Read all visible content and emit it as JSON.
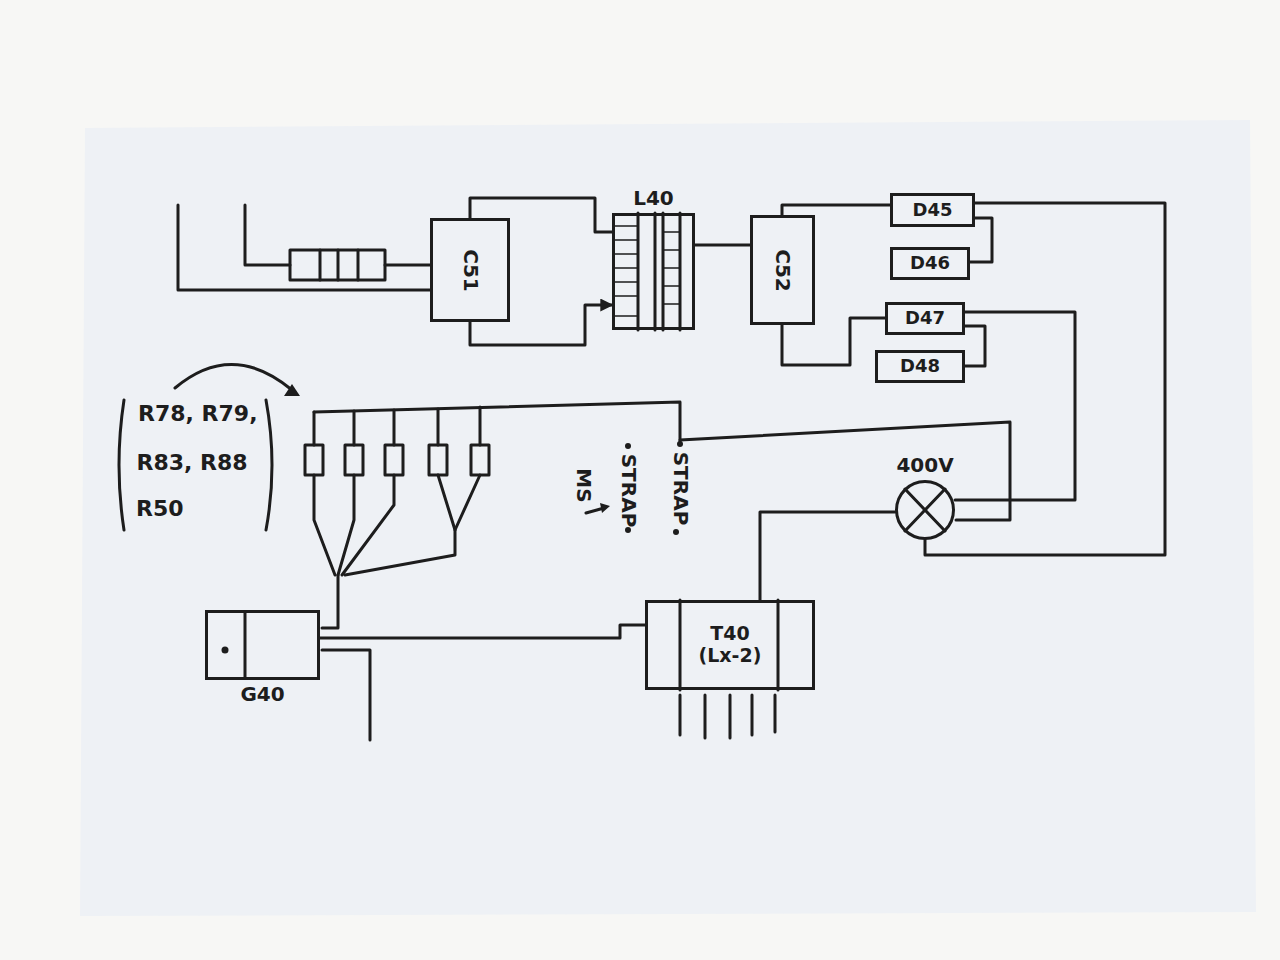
{
  "diagram": {
    "nodes": [
      {
        "text": [
          "C51"
        ]
      },
      {
        "text": [
          "L40"
        ]
      },
      {
        "text": [
          "C52"
        ]
      },
      {
        "text": [
          "D45"
        ]
      },
      {
        "text": [
          "D46"
        ]
      },
      {
        "text": [
          "D47"
        ]
      },
      {
        "text": [
          "D48"
        ]
      },
      {
        "text": [
          "400V"
        ]
      },
      {
        "text": [
          "T40",
          "(Lx-2)"
        ]
      },
      {
        "text": [
          "G40"
        ]
      }
    ],
    "edges": [
      {
        "from": 0,
        "to": 1,
        "arrow": "none"
      },
      {
        "from": 0,
        "to": 1,
        "arrow": "to"
      },
      {
        "from": 1,
        "to": 2,
        "arrow": "none"
      },
      {
        "from": 2,
        "to": 3,
        "arrow": "none"
      },
      {
        "from": 2,
        "to": 5,
        "arrow": "none"
      },
      {
        "from": 3,
        "to": 4,
        "arrow": "none"
      },
      {
        "from": 5,
        "to": 6,
        "arrow": "none"
      },
      {
        "from": 3,
        "to": 7,
        "arrow": "none"
      },
      {
        "from": 5,
        "to": 7,
        "arrow": "none"
      },
      {
        "from": 7,
        "to": 8,
        "arrow": "none"
      },
      {
        "from": 8,
        "to": 9,
        "arrow": "none"
      }
    ],
    "labels": [
      "R78, R79,",
      "R83, R88",
      "R50",
      "STRAP",
      "STRAP",
      "MS"
    ]
  }
}
